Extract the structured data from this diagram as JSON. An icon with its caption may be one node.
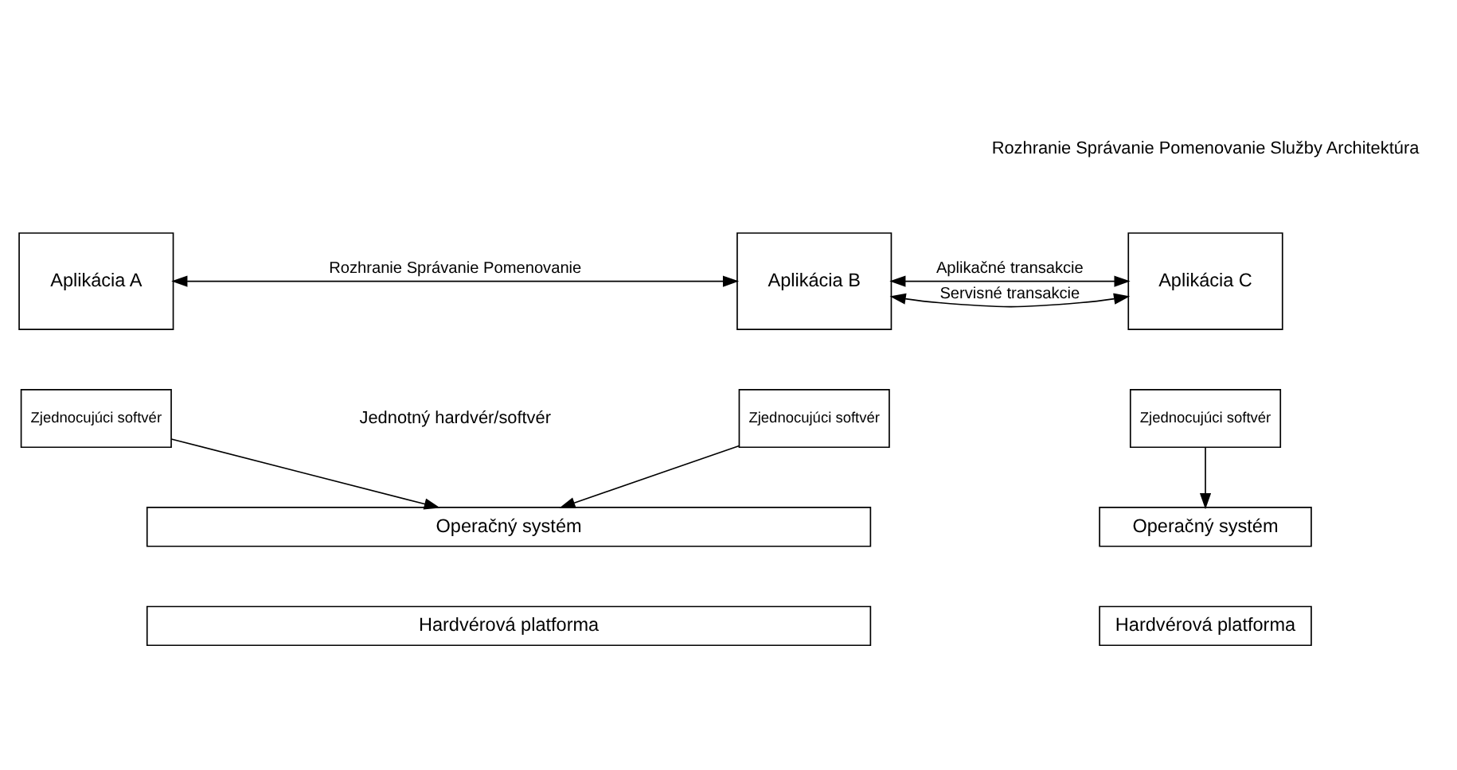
{
  "diagram": {
    "nodes": [
      {
        "text": [
          "Aplikácia A"
        ]
      },
      {
        "text": [
          "Zjednocujúci softvér"
        ]
      },
      {
        "text": [
          "Aplikácia B"
        ]
      },
      {
        "text": [
          "Zjednocujúci softvér"
        ]
      },
      {
        "text": [
          "Aplikácia C"
        ]
      },
      {
        "text": [
          "Zjednocujúci softvér"
        ]
      },
      {
        "text": [
          "Operačný systém"
        ]
      },
      {
        "text": [
          "Hardvérová platforma"
        ]
      },
      {
        "text": [
          "Operačný systém"
        ]
      },
      {
        "text": [
          "Hardvérová platforma"
        ]
      }
    ],
    "edges": [
      {
        "from": 0,
        "to": 2,
        "arrow": "both",
        "label": "Rozhranie Správanie Pomenovanie"
      },
      {
        "from": 2,
        "to": 4,
        "arrow": "both",
        "label": "Aplikačné transakcie"
      },
      {
        "from": 2,
        "to": 4,
        "arrow": "both",
        "label": "Servisné transakcie"
      },
      {
        "from": 1,
        "to": 6,
        "arrow": "to"
      },
      {
        "from": 3,
        "to": 6,
        "arrow": "to"
      },
      {
        "from": 5,
        "to": 8,
        "arrow": "to"
      }
    ],
    "labels": [
      "Rozhranie Správanie Pomenovanie Služby Architektúra",
      "Jednotný hardvér/softvér"
    ]
  }
}
